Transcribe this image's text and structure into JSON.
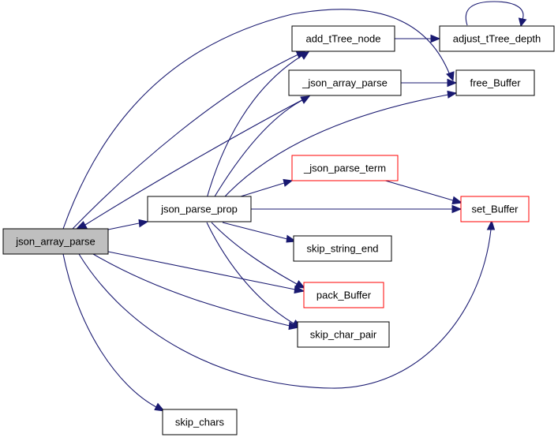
{
  "colors": {
    "edge": "#191970",
    "node_border_normal": "#000000",
    "node_border_truncated": "#ff0000",
    "node_fill_normal": "#ffffff",
    "node_fill_root": "#bfbfbf"
  },
  "nodes": [
    {
      "id": "json_array_parse",
      "label": "json_array_parse",
      "style": "root"
    },
    {
      "id": "json_parse_prop",
      "label": "json_parse_prop",
      "style": "normal"
    },
    {
      "id": "add_tTree_node",
      "label": "add_tTree_node",
      "style": "normal"
    },
    {
      "id": "adjust_tTree_depth",
      "label": "adjust_tTree_depth",
      "style": "normal"
    },
    {
      "id": "_json_array_parse",
      "label": "_json_array_parse",
      "style": "normal"
    },
    {
      "id": "free_Buffer",
      "label": "free_Buffer",
      "style": "normal"
    },
    {
      "id": "_json_parse_term",
      "label": "_json_parse_term",
      "style": "truncated"
    },
    {
      "id": "set_Buffer",
      "label": "set_Buffer",
      "style": "truncated"
    },
    {
      "id": "skip_string_end",
      "label": "skip_string_end",
      "style": "normal"
    },
    {
      "id": "pack_Buffer",
      "label": "pack_Buffer",
      "style": "truncated"
    },
    {
      "id": "skip_char_pair",
      "label": "skip_char_pair",
      "style": "normal"
    },
    {
      "id": "skip_chars",
      "label": "skip_chars",
      "style": "normal"
    }
  ],
  "edges": [
    {
      "from": "json_array_parse",
      "to": "json_parse_prop"
    },
    {
      "from": "json_array_parse",
      "to": "add_tTree_node"
    },
    {
      "from": "json_array_parse",
      "to": "free_Buffer"
    },
    {
      "from": "json_array_parse",
      "to": "pack_Buffer"
    },
    {
      "from": "json_array_parse",
      "to": "skip_char_pair"
    },
    {
      "from": "json_array_parse",
      "to": "set_Buffer"
    },
    {
      "from": "json_array_parse",
      "to": "skip_chars"
    },
    {
      "from": "_json_array_parse",
      "to": "json_array_parse"
    },
    {
      "from": "json_parse_prop",
      "to": "add_tTree_node"
    },
    {
      "from": "json_parse_prop",
      "to": "_json_array_parse"
    },
    {
      "from": "json_parse_prop",
      "to": "free_Buffer"
    },
    {
      "from": "json_parse_prop",
      "to": "_json_parse_term"
    },
    {
      "from": "json_parse_prop",
      "to": "set_Buffer"
    },
    {
      "from": "json_parse_prop",
      "to": "skip_string_end"
    },
    {
      "from": "json_parse_prop",
      "to": "pack_Buffer"
    },
    {
      "from": "json_parse_prop",
      "to": "skip_char_pair"
    },
    {
      "from": "add_tTree_node",
      "to": "adjust_tTree_depth"
    },
    {
      "from": "adjust_tTree_depth",
      "to": "adjust_tTree_depth"
    },
    {
      "from": "_json_array_parse",
      "to": "free_Buffer"
    },
    {
      "from": "_json_parse_term",
      "to": "set_Buffer"
    }
  ]
}
